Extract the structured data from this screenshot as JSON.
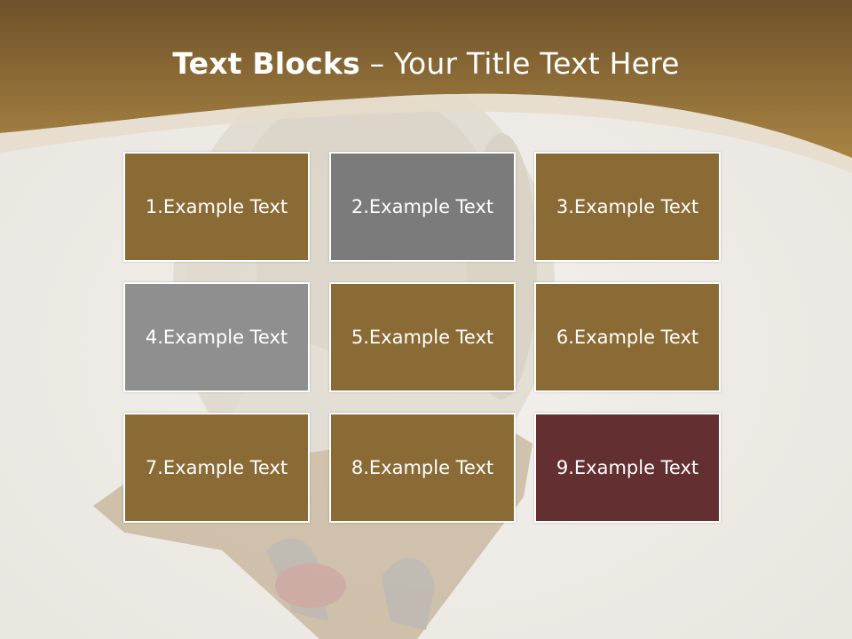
{
  "slide": {
    "title_bold": "Text Blocks",
    "title_dash": " – ",
    "title_rest": "Your Title Text Here"
  },
  "colors": {
    "header_dark": "#6e5129",
    "header_light": "#a88443",
    "background": "#efece7",
    "block_gold": "#8b6b35",
    "block_dark_gray": "#7b7b7b",
    "block_light_gray": "#8f8f8f",
    "block_maroon": "#632f30"
  },
  "blocks": [
    {
      "label": "1.Example Text",
      "color": "#8b6b35"
    },
    {
      "label": "2.Example Text",
      "color": "#7b7b7b"
    },
    {
      "label": "3.Example Text",
      "color": "#8b6b35"
    },
    {
      "label": "4.Example Text",
      "color": "#8f8f8f"
    },
    {
      "label": "5.Example Text",
      "color": "#8b6b35"
    },
    {
      "label": "6.Example Text",
      "color": "#8b6b35"
    },
    {
      "label": "7.Example Text",
      "color": "#8b6b35"
    },
    {
      "label": "8.Example Text",
      "color": "#8b6b35"
    },
    {
      "label": "9.Example Text",
      "color": "#632f30"
    }
  ]
}
